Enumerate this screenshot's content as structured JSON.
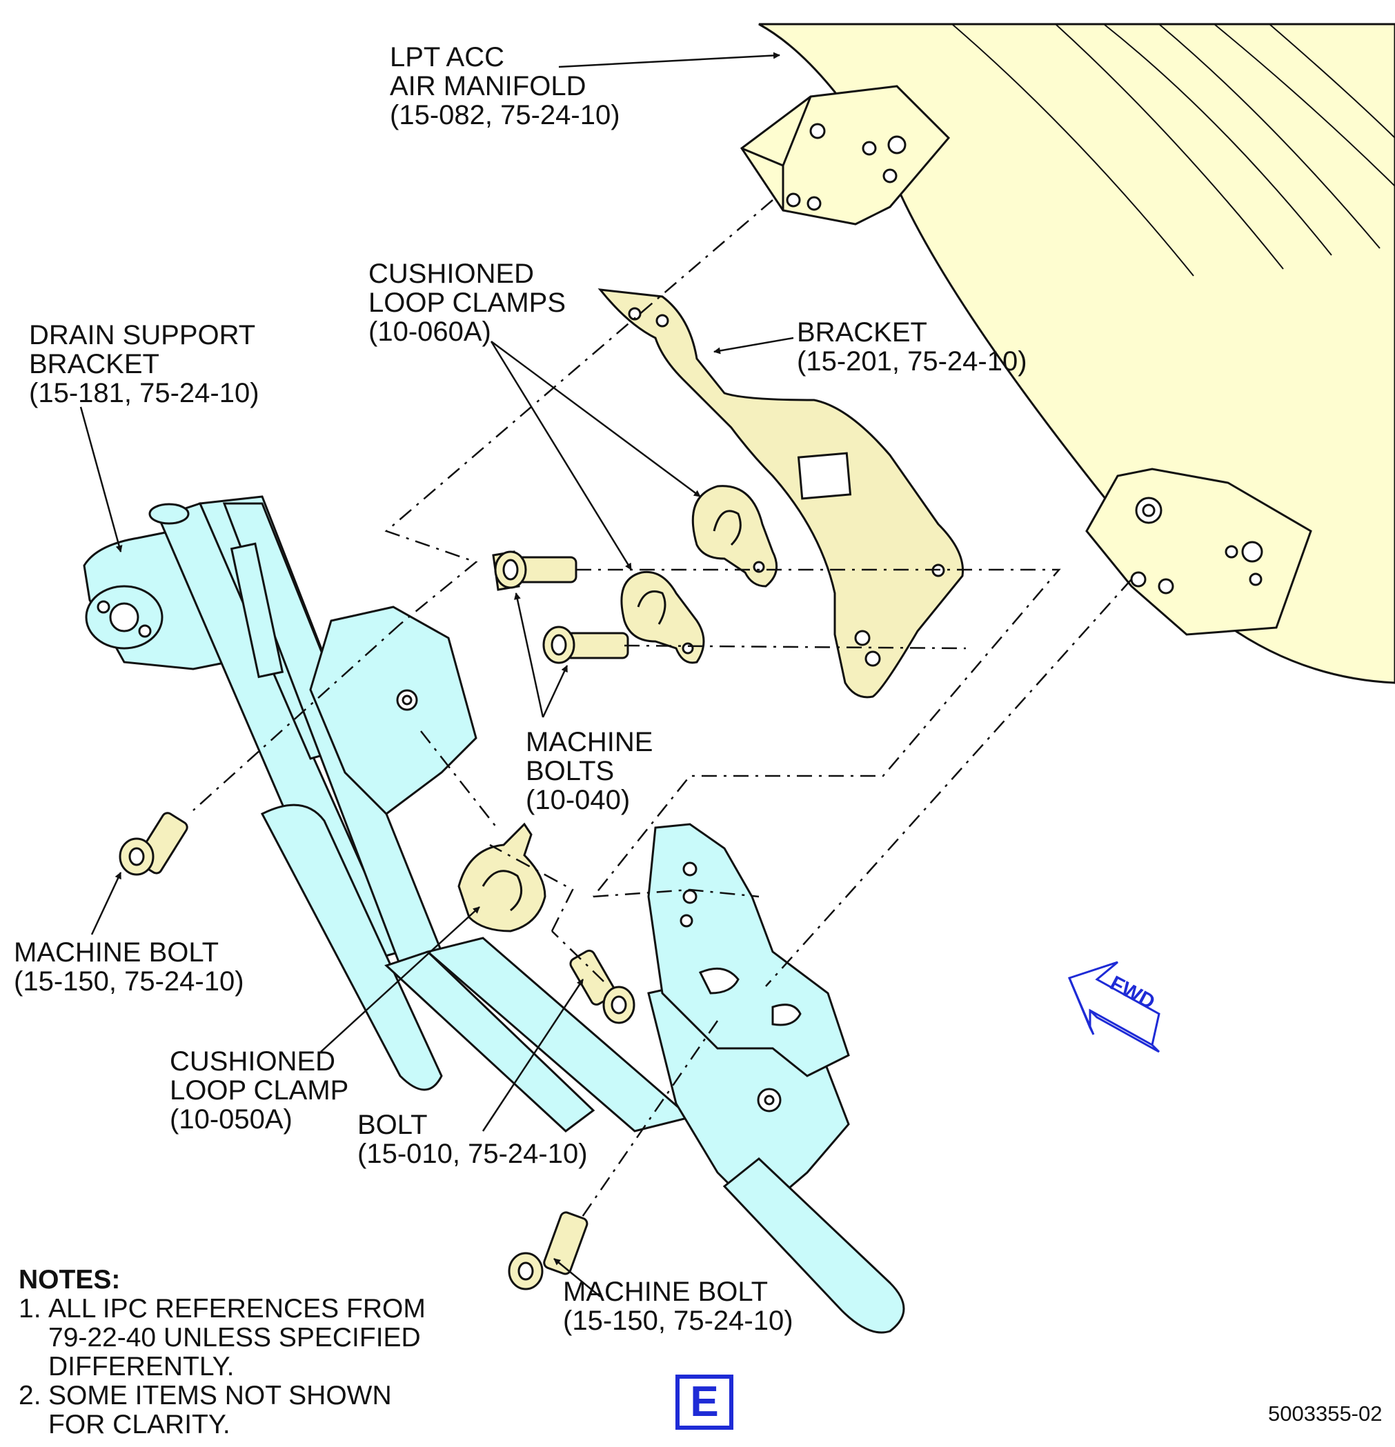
{
  "labels": {
    "lpt_manifold": [
      "LPT ACC",
      "AIR MANIFOLD",
      "(15-082, 75-24-10)"
    ],
    "cushioned_clamps": [
      "CUSHIONED",
      "LOOP CLAMPS",
      "(10-060A)"
    ],
    "bracket": [
      "BRACKET",
      "(15-201, 75-24-10)"
    ],
    "drain_support": [
      "DRAIN SUPPORT",
      "BRACKET",
      "(15-181, 75-24-10)"
    ],
    "machine_bolts": [
      "MACHINE",
      "BOLTS",
      "(10-040)"
    ],
    "machine_bolt_left": [
      "MACHINE BOLT",
      "(15-150, 75-24-10)"
    ],
    "cushioned_clamp": [
      "CUSHIONED",
      "LOOP CLAMP",
      "(10-050A)"
    ],
    "bolt": [
      "BOLT",
      "(15-010, 75-24-10)"
    ],
    "machine_bolt_bottom": [
      "MACHINE BOLT",
      "(15-150, 75-24-10)"
    ]
  },
  "fwd_label": "FWD",
  "view_letter": "E",
  "doc_id": "5003355-02",
  "notes": {
    "title": "NOTES:",
    "items": [
      {
        "num": "1.",
        "lines": [
          "ALL IPC REFERENCES FROM",
          "79-22-40 UNLESS SPECIFIED",
          "DIFFERENTLY."
        ]
      },
      {
        "num": "2.",
        "lines": [
          "SOME ITEMS NOT SHOWN",
          "FOR CLARITY."
        ]
      }
    ]
  },
  "colors": {
    "manifold": "#fefdd0",
    "parts": "#f5f0be",
    "tube": "#c9fafa",
    "outline": "#111111",
    "accent": "#1e2bd6"
  }
}
